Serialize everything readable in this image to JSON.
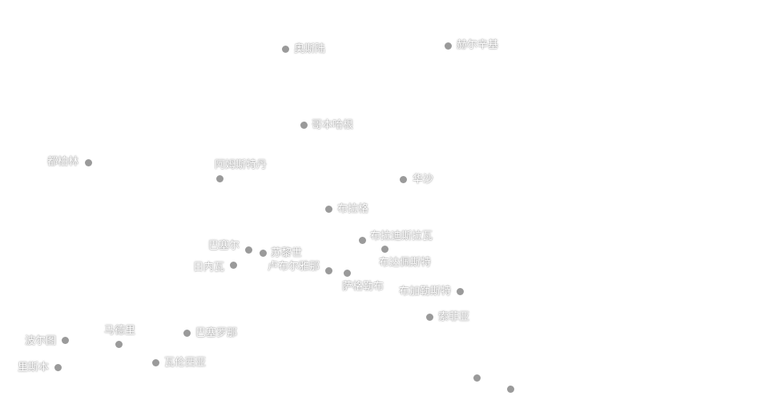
{
  "cities": [
    {
      "name": "奥斯陆"
    },
    {
      "name": "赫尔辛基"
    },
    {
      "name": "哥本哈根"
    },
    {
      "name": "都柏林"
    },
    {
      "name": "阿姆斯特丹"
    },
    {
      "name": "华沙"
    },
    {
      "name": "布拉格"
    },
    {
      "name": "巴塞尔"
    },
    {
      "name": "苏黎世"
    },
    {
      "name": "日内瓦"
    },
    {
      "name": "卢布尔雅那"
    },
    {
      "name": "萨格勒布"
    },
    {
      "name": "布拉迪斯拉瓦"
    },
    {
      "name": "布达佩斯特"
    },
    {
      "name": "布加勒斯特"
    },
    {
      "name": "索菲亚"
    },
    {
      "name": "马德里"
    },
    {
      "name": "巴塞罗那"
    },
    {
      "name": "波尔图"
    },
    {
      "name": "里斯本"
    },
    {
      "name": "瓦伦西亚"
    },
    {
      "name": ""
    },
    {
      "name": ""
    }
  ],
  "colors": {
    "dot": "#9a9a9a",
    "label": "#ffffff",
    "label_halo": "#8c8c8c"
  }
}
